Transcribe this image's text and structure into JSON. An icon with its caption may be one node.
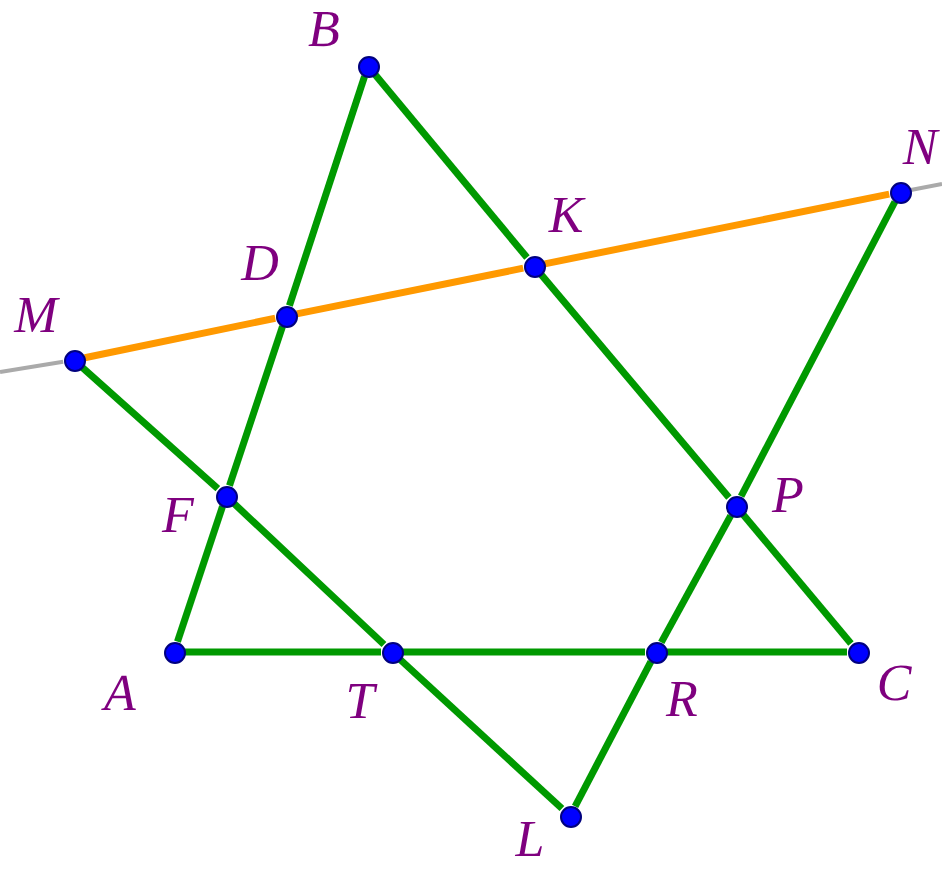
{
  "diagram": {
    "nodes": [
      {
        "text": [],
        "shape": "circle",
        "beside": [
          "B"
        ]
      },
      {
        "text": [],
        "shape": "circle",
        "beside": [
          "N"
        ]
      },
      {
        "text": [],
        "shape": "circle",
        "beside": [
          "K"
        ]
      },
      {
        "text": [],
        "shape": "circle",
        "beside": [
          "D"
        ]
      },
      {
        "text": [],
        "shape": "circle",
        "beside": [
          "M"
        ]
      },
      {
        "text": [],
        "shape": "circle",
        "beside": [
          "F"
        ]
      },
      {
        "text": [],
        "shape": "circle",
        "beside": [
          "P"
        ]
      },
      {
        "text": [],
        "shape": "circle",
        "beside": [
          "A"
        ]
      },
      {
        "text": [],
        "shape": "circle",
        "beside": [
          "T"
        ]
      },
      {
        "text": [],
        "shape": "circle",
        "beside": [
          "R"
        ]
      },
      {
        "text": [],
        "shape": "circle",
        "beside": [
          "C"
        ]
      },
      {
        "text": [],
        "shape": "circle",
        "beside": [
          "L"
        ]
      }
    ],
    "edges": [
      {
        "from": 0,
        "to": 3,
        "arrow": "none"
      },
      {
        "from": 3,
        "to": 5,
        "arrow": "none"
      },
      {
        "from": 5,
        "to": 7,
        "arrow": "none"
      },
      {
        "from": 0,
        "to": 2,
        "arrow": "none"
      },
      {
        "from": 2,
        "to": 6,
        "arrow": "none"
      },
      {
        "from": 6,
        "to": 10,
        "arrow": "none"
      },
      {
        "from": 4,
        "to": 5,
        "arrow": "none"
      },
      {
        "from": 5,
        "to": 8,
        "arrow": "none"
      },
      {
        "from": 8,
        "to": 11,
        "arrow": "none"
      },
      {
        "from": 1,
        "to": 6,
        "arrow": "none"
      },
      {
        "from": 6,
        "to": 9,
        "arrow": "none"
      },
      {
        "from": 9,
        "to": 11,
        "arrow": "none"
      },
      {
        "from": 7,
        "to": 8,
        "arrow": "none"
      },
      {
        "from": 8,
        "to": 9,
        "arrow": "none"
      },
      {
        "from": 9,
        "to": 10,
        "arrow": "none"
      },
      {
        "from": 4,
        "to": 3,
        "arrow": "none",
        "color": "#ff9900"
      },
      {
        "from": 3,
        "to": 2,
        "arrow": "none",
        "color": "#ff9900"
      },
      {
        "from": 2,
        "to": 1,
        "arrow": "none",
        "color": "#ff9900"
      },
      {
        "from": null,
        "to": 4,
        "arrow": "none",
        "color": "#aaaaaa"
      },
      {
        "from": 1,
        "to": null,
        "arrow": "none",
        "color": "#aaaaaa"
      }
    ]
  }
}
